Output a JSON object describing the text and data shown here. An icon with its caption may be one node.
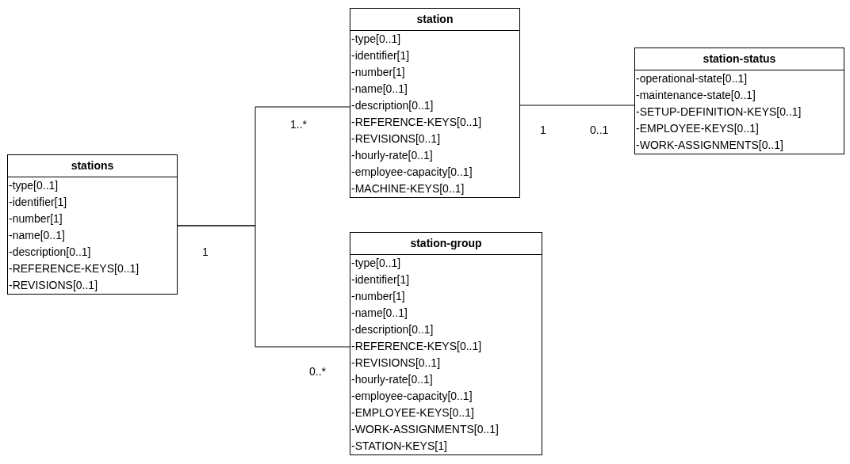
{
  "diagram": {
    "nodes": [
      {
        "text": [
          "station",
          "-type[0..1]",
          "-identifier[1]",
          "-number[1]",
          "-name[0..1]",
          "-description[0..1]",
          "-REFERENCE-KEYS[0..1]",
          "-REVISIONS[0..1]",
          "-hourly-rate[0..1]",
          "-employee-capacity[0..1]",
          "-MACHINE-KEYS[0..1]"
        ]
      },
      {
        "text": [
          "station-status",
          "-operational-state[0..1]",
          "-maintenance-state[0..1]",
          "-SETUP-DEFINITION-KEYS[0..1]",
          "-EMPLOYEE-KEYS[0..1]",
          "-WORK-ASSIGNMENTS[0..1]"
        ]
      },
      {
        "text": [
          "stations",
          "-type[0..1]",
          "-identifier[1]",
          "-number[1]",
          "-name[0..1]",
          "-description[0..1]",
          "-REFERENCE-KEYS[0..1]",
          "-REVISIONS[0..1]"
        ]
      },
      {
        "text": [
          "station-group",
          "-type[0..1]",
          "-identifier[1]",
          "-number[1]",
          "-name[0..1]",
          "-description[0..1]",
          "-REFERENCE-KEYS[0..1]",
          "-REVISIONS[0..1]",
          "-hourly-rate[0..1]",
          "-employee-capacity[0..1]",
          "-EMPLOYEE-KEYS[0..1]",
          "-WORK-ASSIGNMENTS[0..1]",
          "-STATION-KEYS[1]"
        ]
      }
    ],
    "edges": [
      {
        "from": 2,
        "to": 0,
        "arrow": "none"
      },
      {
        "from": 2,
        "to": 3,
        "arrow": "none"
      },
      {
        "from": 0,
        "to": 1,
        "arrow": "none"
      }
    ],
    "labels": [
      "1..*",
      "1",
      "0..1",
      "1",
      "0..*"
    ]
  }
}
